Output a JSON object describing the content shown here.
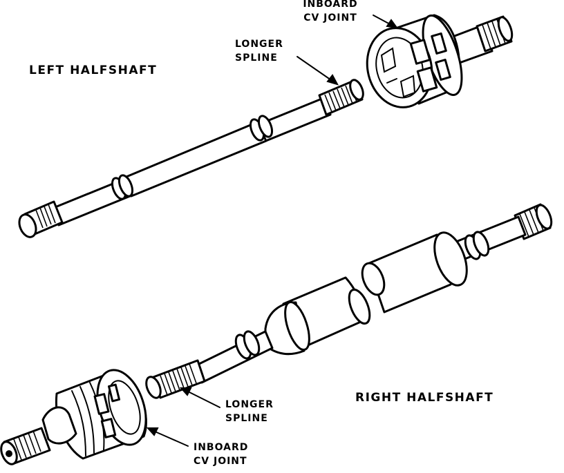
{
  "labels": {
    "left_halfshaft": "LEFT HALFSHAFT",
    "right_halfshaft": "RIGHT HALFSHAFT",
    "top_spline_line1": "LONGER",
    "top_spline_line2": "SPLINE",
    "top_joint_line1": "INBOARD",
    "top_joint_line2": "CV JOINT",
    "bottom_spline_line1": "LONGER",
    "bottom_spline_line2": "SPLINE",
    "bottom_joint_line1": "INBOARD",
    "bottom_joint_line2": "CV JOINT"
  },
  "colors": {
    "ink": "#000000",
    "paper": "#ffffff"
  }
}
